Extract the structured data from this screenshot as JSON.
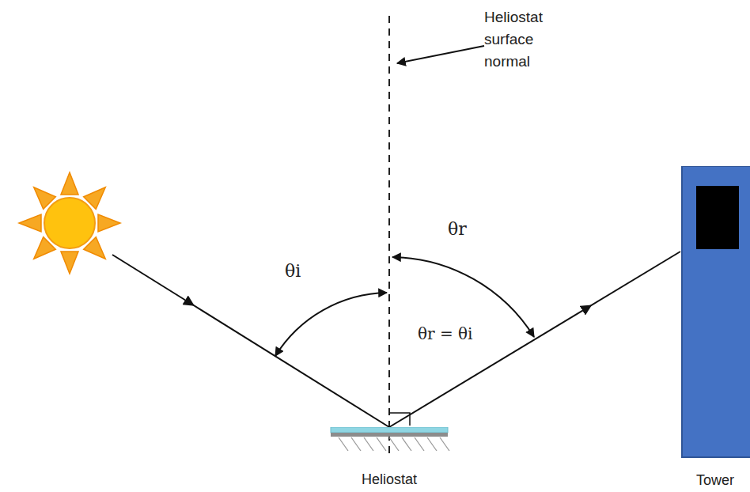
{
  "diagram": {
    "nodes": [
      {
        "text": [
          "Heliostat"
        ]
      },
      {
        "text": [
          "Tower"
        ]
      }
    ],
    "edges": [
      {
        "from": 0,
        "to": 1,
        "arrow": "to"
      }
    ],
    "labels": [
      "Heliostat surface normal",
      "θi",
      "θr",
      "θr = θi"
    ]
  }
}
